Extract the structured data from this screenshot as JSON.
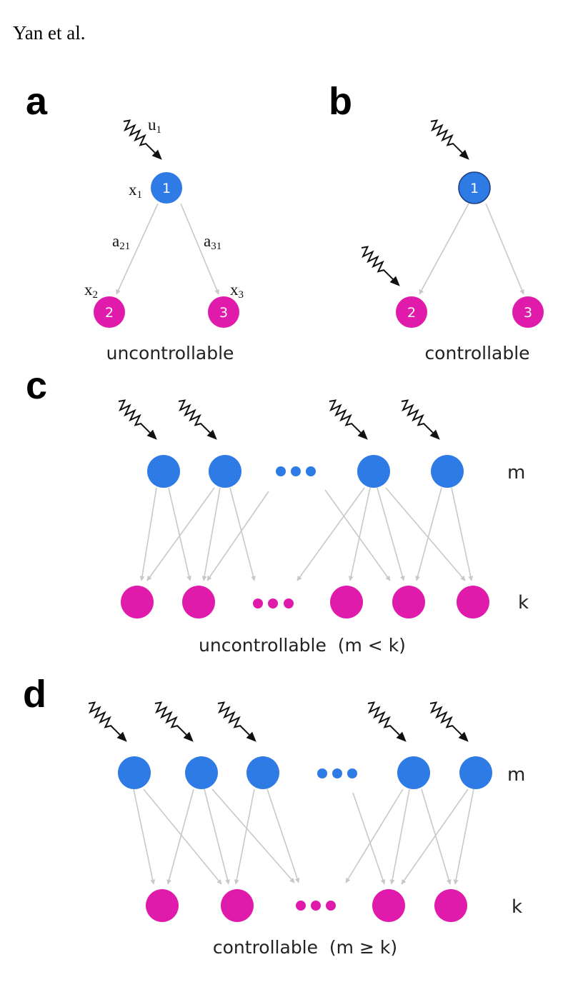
{
  "author_line": "Yan et al.",
  "colors": {
    "driver_node": "#2f7be6",
    "target_node": "#e01aaa",
    "edge": "#c8c8c8",
    "signal": "#111111"
  },
  "icons": {
    "input_signal": "zigzag-arrow-icon",
    "ellipsis": "three-dots-icon"
  },
  "panels": {
    "a": {
      "letter": "a",
      "caption": "uncontrollable",
      "node_labels": [
        "1",
        "2",
        "3"
      ],
      "input_label": {
        "main": "u",
        "sub": "1"
      },
      "state_labels": [
        {
          "main": "x",
          "sub": "1"
        },
        {
          "main": "x",
          "sub": "2"
        },
        {
          "main": "x",
          "sub": "3"
        }
      ],
      "edge_labels": [
        {
          "main": "a",
          "sub": "21"
        },
        {
          "main": "a",
          "sub": "31"
        }
      ]
    },
    "b": {
      "letter": "b",
      "caption": "controllable",
      "node_labels": [
        "1",
        "2",
        "3"
      ]
    },
    "c": {
      "letter": "c",
      "caption": "uncontrollable  (m < k)",
      "top_label": "m",
      "bottom_label": "k"
    },
    "d": {
      "letter": "d",
      "caption": "controllable  (m ≥ k)",
      "top_label": "m",
      "bottom_label": "k"
    }
  }
}
